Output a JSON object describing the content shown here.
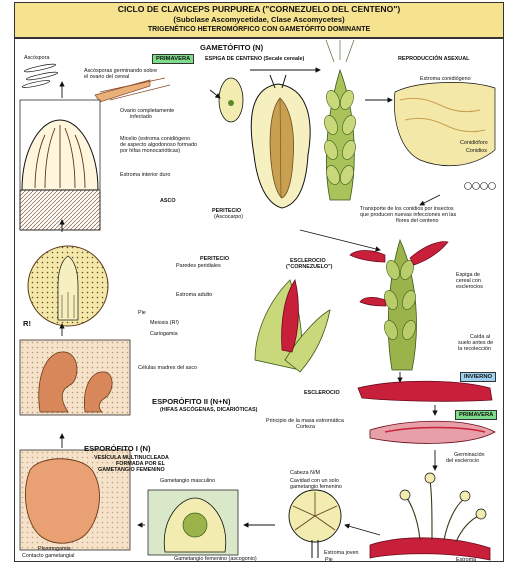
{
  "header": {
    "title": "CICLO DE CLAVICEPS PURPUREA (\"CORNEZUELO DEL CENTENO\")",
    "subtitle": "(Subclase Ascomycetidae, Clase Ascomycetes)",
    "subtitle2": "TRIGENÉTICO HETEROMÓRFICO CON GAMETÓFITO DOMINANTE"
  },
  "sections": {
    "gametofito": "GAMETÓFITO (N)",
    "esporofito_ii": "ESPORÓFITO II (N+N)",
    "esporofito_ii_sub": "(HIFAS ASCÓGENAS, DICARIÓTICAS)",
    "esporofito_i": "ESPORÓFITO I (N)",
    "esporofito_i_sub1": "VESÍCULA MULTINUCLEADA",
    "esporofito_i_sub2": "FORMADA POR EL",
    "esporofito_i_sub3": "GAMETANGIO FEMENINO"
  },
  "tags": {
    "primavera_top": "PRIMAVERA",
    "invierno": "INVIERNO",
    "primavera_right": "PRIMAVERA"
  },
  "labels": {
    "ascospora": "Ascóspora",
    "ascosporas_germinando": "Ascósporas germinando sobre",
    "ascosporas_germinando2": "el ovario del cereal",
    "espiga": "ESPIGA DE CENTENO (Secale cereale)",
    "ovario": "Ovario completamente",
    "ovario2": "infectado",
    "micelio": "Micelio (estroma conidiógeno",
    "micelio2": "de aspecto algodonoso formado",
    "micelio3": "por hifas monocarióticas)",
    "estroma_interior": "Estroma interior duro",
    "asco": "ASCO",
    "peritecio_asc": "PERITECIO",
    "peritecio_asc2": "(Ascocarpo)",
    "reproduccion": "REPRODUCCIÓN ASEXUAL",
    "estroma_conidiogeno": "Estroma conidiógeno",
    "conidioforo": "Conidióforo",
    "conidios": "Conidios",
    "transporte": "Transporte de los conidios por insectos",
    "transporte2": "que producen nuevas infecciones en las",
    "transporte3": "flores del centeno",
    "peritecio": "PERITECIO",
    "paredes": "Paredes peridiales",
    "estroma_adulto": "Estroma adulto",
    "pie": "Pie",
    "meiosis": "Meiosis (R!)",
    "cariogamia": "Cariogamia",
    "ri": "R!",
    "celulas_madres": "Células madres del asco",
    "esclerocio_cornezuelo": "ESCLEROCIO",
    "esclerocio_cornezuelo2": "(\"CORNEZUELO\")",
    "espiga_cereal": "Espiga de",
    "espiga_cereal2": "cereal con",
    "espiga_cereal3": "esclerocios",
    "caida": "Caída al",
    "caida2": "suelo antes de",
    "caida3": "la recolección",
    "esclerocio": "ESCLEROCIO",
    "principio": "Principio de la masa estromática",
    "corteza": "Corteza",
    "germinacion": "Germinación",
    "germinacion2": "del esclerocio",
    "cabeza": "Cabeza N/M",
    "cavidad": "Cavidad con un solo",
    "cavidad2": "gametangio femenino",
    "gametangio_masculino": "Gametangio masculino",
    "estroma_joven": "Estroma joven",
    "pie2": "Pie",
    "plasmogamia": "Plasmogamia",
    "contacto": "Contacto gametangial",
    "gametangio_femenino": "Gametangio femenino (ascogonio)",
    "estroma_bottom": "Estroma"
  },
  "colors": {
    "header_bg": "#f5e38f",
    "ergot": "#c8203a",
    "ergot_light": "#e8a0a8",
    "grain_green": "#9ab34a",
    "pale_yellow": "#f3ecb0",
    "tan": "#e8c08a",
    "brown": "#8a4a2a",
    "hypha": "#d7875a",
    "tag_green": "#7fdc8a",
    "tag_blue": "#9fd0f0"
  }
}
